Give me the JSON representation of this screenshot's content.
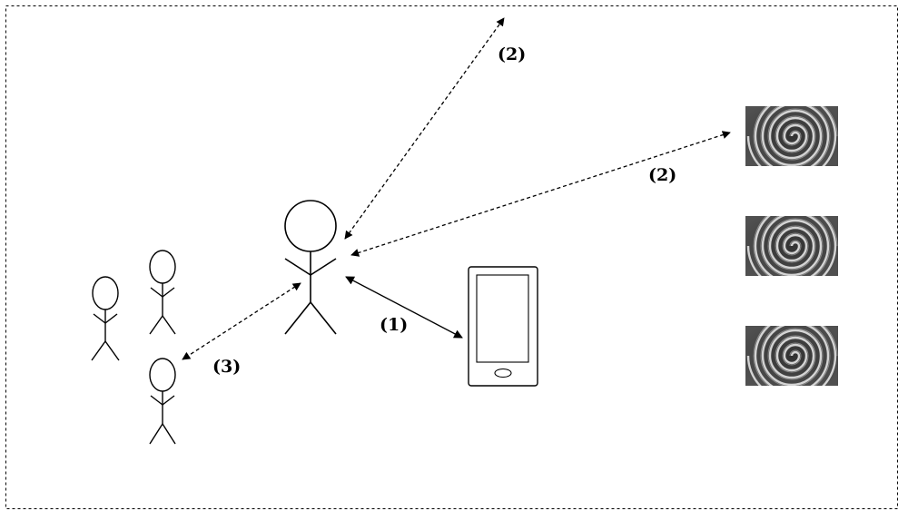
{
  "labels": {
    "device_link": "(1)",
    "remote_link": "(2)",
    "display_link": "(2)",
    "people_link": "(3)"
  },
  "style": {
    "line_color": "#000000",
    "background": "#ffffff",
    "swirl_dark": "#3a3a3a",
    "swirl_light": "#d0d0d0"
  }
}
